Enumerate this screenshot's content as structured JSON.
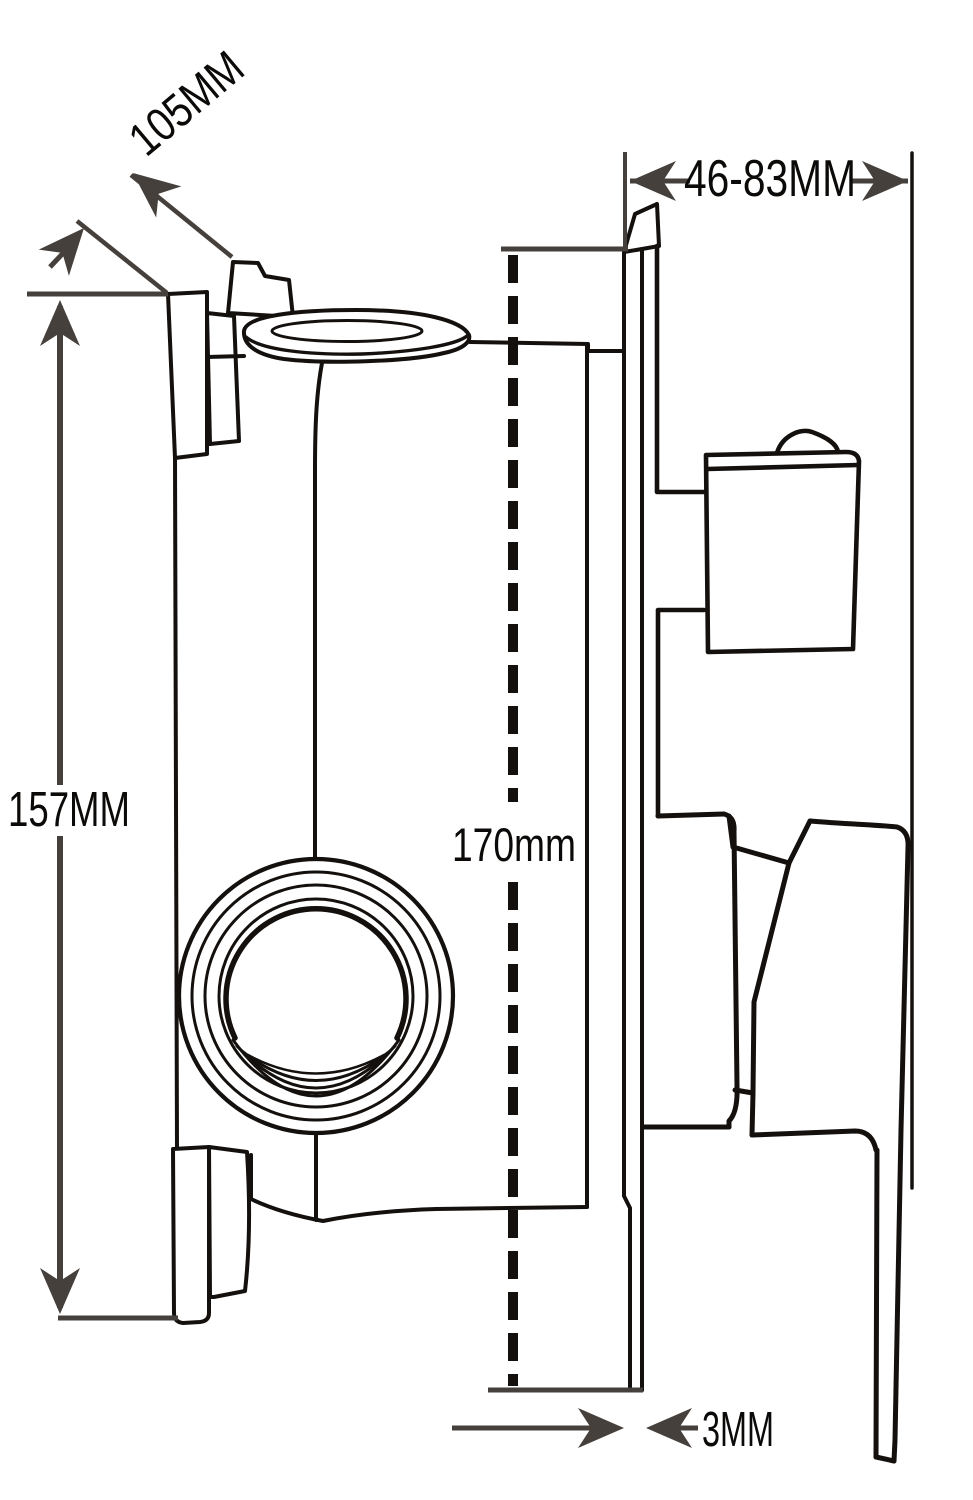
{
  "drawing": {
    "labels": {
      "diagonal_offset": "105MM",
      "depth_range": "46-83MM",
      "height": "157MM",
      "center_depth": "170mm",
      "plate_thickness": "3MM"
    },
    "colors": {
      "object_line": "#14100e",
      "dimension_line": "#46403c",
      "background": "#ffffff"
    }
  }
}
